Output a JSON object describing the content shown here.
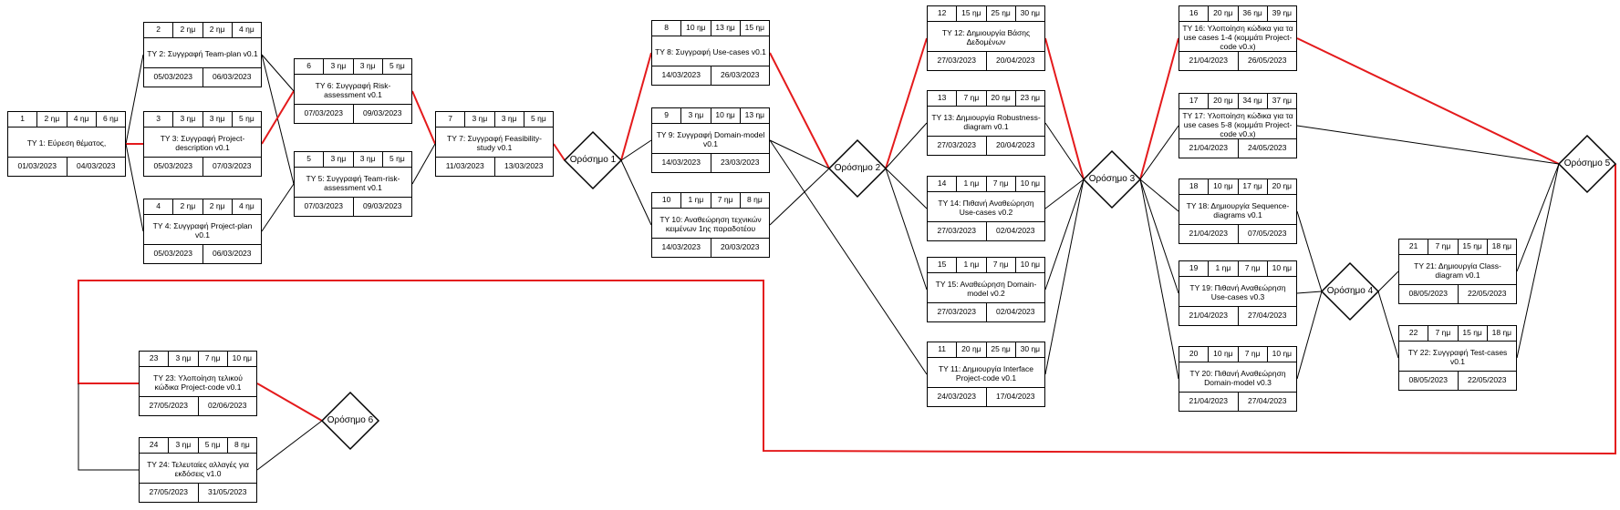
{
  "tasks": [
    {
      "id": "1",
      "v1": "2 ημ",
      "v2": "4 ημ",
      "v3": "6 ημ",
      "name": "ΤΥ 1: Εύρεση θέματος,",
      "start": "01/03/2023",
      "end": "04/03/2023"
    },
    {
      "id": "2",
      "v1": "2 ημ",
      "v2": "2 ημ",
      "v3": "4 ημ",
      "name": "ΤΥ 2: Συγγραφή Team-plan v0.1",
      "start": "05/03/2023",
      "end": "06/03/2023"
    },
    {
      "id": "3",
      "v1": "3 ημ",
      "v2": "3 ημ",
      "v3": "5 ημ",
      "name": "ΤΥ 3: Συγγραφή Project-description v0.1",
      "start": "05/03/2023",
      "end": "07/03/2023"
    },
    {
      "id": "4",
      "v1": "2 ημ",
      "v2": "2 ημ",
      "v3": "4 ημ",
      "name": "ΤΥ 4: Συγγραφή Project-plan v0.1",
      "start": "05/03/2023",
      "end": "06/03/2023"
    },
    {
      "id": "5",
      "v1": "3 ημ",
      "v2": "3 ημ",
      "v3": "5 ημ",
      "name": "ΤΥ 5: Συγγραφή Team-risk-assessment v0.1",
      "start": "07/03/2023",
      "end": "09/03/2023"
    },
    {
      "id": "6",
      "v1": "3 ημ",
      "v2": "3 ημ",
      "v3": "5 ημ",
      "name": "ΤΥ 6: Συγγραφή Risk-assessment v0.1",
      "start": "07/03/2023",
      "end": "09/03/2023"
    },
    {
      "id": "7",
      "v1": "3 ημ",
      "v2": "3 ημ",
      "v3": "5 ημ",
      "name": "ΤΥ 7: Συγγραφή Feasibility-study v0.1",
      "start": "11/03/2023",
      "end": "13/03/2023"
    },
    {
      "id": "8",
      "v1": "10 ημ",
      "v2": "13 ημ",
      "v3": "15 ημ",
      "name": "ΤΥ 8: Συγγραφή Use-cases v0.1",
      "start": "14/03/2023",
      "end": "26/03/2023"
    },
    {
      "id": "9",
      "v1": "3 ημ",
      "v2": "10 ημ",
      "v3": "13 ημ",
      "name": "ΤΥ 9: Συγγραφή Domain-model v0.1",
      "start": "14/03/2023",
      "end": "23/03/2023"
    },
    {
      "id": "10",
      "v1": "1 ημ",
      "v2": "7 ημ",
      "v3": "8 ημ",
      "name": "ΤΥ 10: Αναθεώρηση τεχνικών κειμένων 1ης παραδοτέου",
      "start": "14/03/2023",
      "end": "20/03/2023"
    },
    {
      "id": "12",
      "v1": "15 ημ",
      "v2": "25 ημ",
      "v3": "30 ημ",
      "name": "ΤΥ 12: Δημιουργία Βάσης Δεδομένων",
      "start": "27/03/2023",
      "end": "20/04/2023"
    },
    {
      "id": "13",
      "v1": "7 ημ",
      "v2": "20 ημ",
      "v3": "23 ημ",
      "name": "ΤΥ 13: Δημιουργία Robustness-diagram v0.1",
      "start": "27/03/2023",
      "end": "20/04/2023"
    },
    {
      "id": "14",
      "v1": "1 ημ",
      "v2": "7 ημ",
      "v3": "10 ημ",
      "name": "ΤΥ 14: Πιθανή Αναθεώρηση Use-cases v0.2",
      "start": "27/03/2023",
      "end": "02/04/2023"
    },
    {
      "id": "15",
      "v1": "1 ημ",
      "v2": "7 ημ",
      "v3": "10 ημ",
      "name": "ΤΥ 15: Αναθεώρηση Domain-model v0.2",
      "start": "27/03/2023",
      "end": "02/04/2023"
    },
    {
      "id": "11",
      "v1": "20 ημ",
      "v2": "25 ημ",
      "v3": "30 ημ",
      "name": "ΤΥ 11: Δημιουργία Interface Project-code v0.1",
      "start": "24/03/2023",
      "end": "17/04/2023"
    },
    {
      "id": "16",
      "v1": "20 ημ",
      "v2": "36 ημ",
      "v3": "39 ημ",
      "name": "ΤΥ 16: Υλοποίηση κώδικα για τα use cases 1-4 (κομμάτι Project-code v0.x)",
      "start": "21/04/2023",
      "end": "26/05/2023"
    },
    {
      "id": "17",
      "v1": "20 ημ",
      "v2": "34 ημ",
      "v3": "37 ημ",
      "name": "ΤΥ 17: Υλοποίηση κώδικα για τα use cases 5-8 (κομμάτι Project-code v0.x)",
      "start": "21/04/2023",
      "end": "24/05/2023"
    },
    {
      "id": "18",
      "v1": "10 ημ",
      "v2": "17 ημ",
      "v3": "20 ημ",
      "name": "ΤΥ 18: Δημιουργία Sequence-diagrams v0.1",
      "start": "21/04/2023",
      "end": "07/05/2023"
    },
    {
      "id": "19",
      "v1": "1 ημ",
      "v2": "7 ημ",
      "v3": "10 ημ",
      "name": "ΤΥ 19: Πιθανή Αναθεώρηση Use-cases v0.3",
      "start": "21/04/2023",
      "end": "27/04/2023"
    },
    {
      "id": "20",
      "v1": "10 ημ",
      "v2": "7 ημ",
      "v3": "10 ημ",
      "name": "ΤΥ 20: Πιθανή Αναθεώρηση Domain-model v0.3",
      "start": "21/04/2023",
      "end": "27/04/2023"
    },
    {
      "id": "21",
      "v1": "7 ημ",
      "v2": "15 ημ",
      "v3": "18 ημ",
      "name": "ΤΥ 21: Δημιουργία Class-diagram v0.1",
      "start": "08/05/2023",
      "end": "22/05/2023"
    },
    {
      "id": "22",
      "v1": "7 ημ",
      "v2": "15 ημ",
      "v3": "18 ημ",
      "name": "ΤΥ 22: Συγγραφή Test-cases v0.1",
      "start": "08/05/2023",
      "end": "22/05/2023"
    },
    {
      "id": "23",
      "v1": "3 ημ",
      "v2": "7 ημ",
      "v3": "10 ημ",
      "name": "ΤΥ 23: Υλοποίηση τελικού κώδικα Project-code v0.1",
      "start": "27/05/2023",
      "end": "02/06/2023"
    },
    {
      "id": "24",
      "v1": "3 ημ",
      "v2": "5 ημ",
      "v3": "8 ημ",
      "name": "ΤΥ 24: Τελευταίες αλλαγές για εκδόσεις v1.0",
      "start": "27/05/2023",
      "end": "31/05/2023"
    }
  ],
  "milestones": [
    {
      "id": "m1",
      "label": "Ορόσημο 1"
    },
    {
      "id": "m2",
      "label": "Ορόσημο 2"
    },
    {
      "id": "m3",
      "label": "Ορόσημο 3"
    },
    {
      "id": "m4",
      "label": "Ορόσημο 4"
    },
    {
      "id": "m5",
      "label": "Ορόσημο 5"
    },
    {
      "id": "m6",
      "label": "Ορόσημο 6"
    }
  ],
  "colors": {
    "critical_path": "#e41a1c",
    "normal_path": "#000000"
  }
}
